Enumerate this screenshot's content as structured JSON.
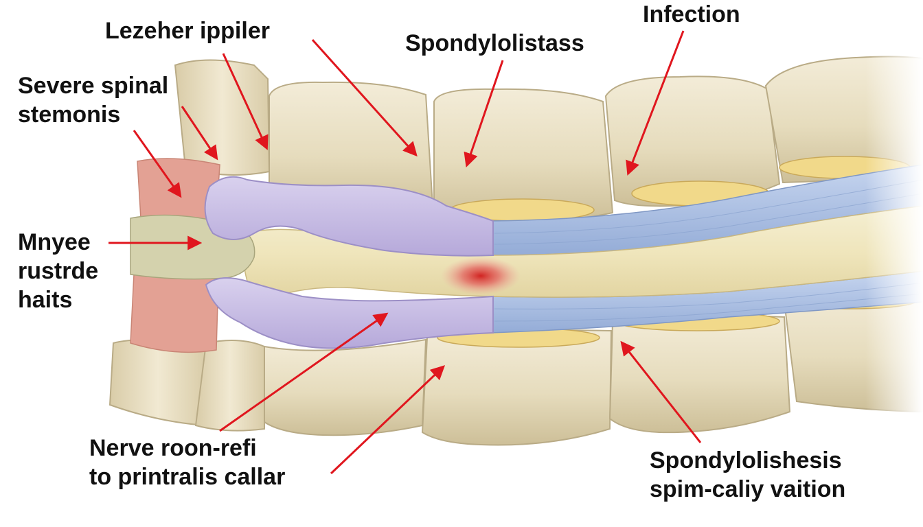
{
  "labels": {
    "lezeher": "Lezeher ippiler",
    "spondylolistass": "Spondylolistass",
    "infection": "Infection",
    "stenosis": {
      "line1": "Severe spinal",
      "line2": "stemonis"
    },
    "mnyee": {
      "line1": "Mnyee",
      "line2": "rustrde",
      "line3": "haits"
    },
    "nerve": {
      "line1": "Nerve roon-refi",
      "line2": "to printralis callar"
    },
    "spondylolishesis": {
      "line1": "Spondylolishesis",
      "line2": "spim-caliy vaition"
    }
  },
  "colors": {
    "arrow": "#e0161e",
    "bone": "#e9e0c6",
    "bone_edge": "#b9ab86",
    "bone_core": "#f1d98a",
    "disc": "#c9bfe3",
    "disc_edge": "#9c8fc6",
    "nerve_blue": "#a9c0e4",
    "cord": "#efe6bf",
    "muscle": "#e3a194",
    "ligament": "#d4d2ad",
    "lesion": "#d52a2a"
  },
  "icons": [
    "arrow-icon"
  ]
}
